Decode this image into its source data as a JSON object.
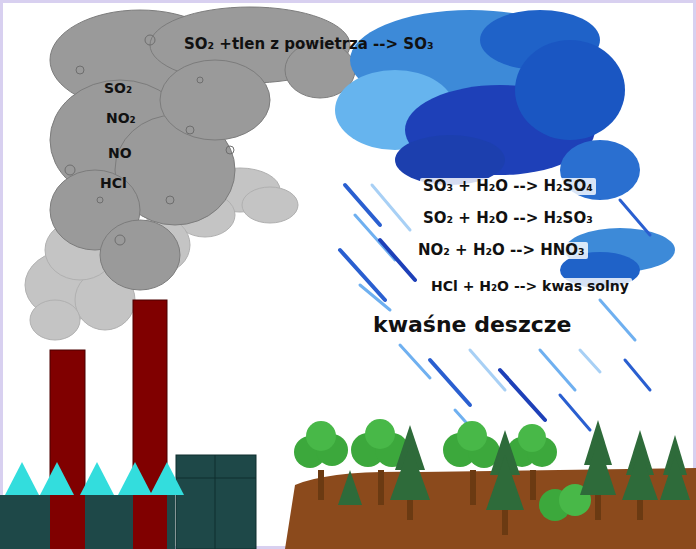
{
  "diagram": {
    "labels": [
      "SO₂ +tlen z powietrza --> SO₃",
      "SO₂",
      "NO₂",
      "NO",
      "HCl",
      "SO₃ + H₂O --> H₂SO₄",
      "SO₂ + H₂O --> H₂SO₃",
      "NO₂ + H₂O --> HNO₃",
      "HCl + H₂O --> kwas solny",
      "kwaśne deszcze"
    ]
  }
}
